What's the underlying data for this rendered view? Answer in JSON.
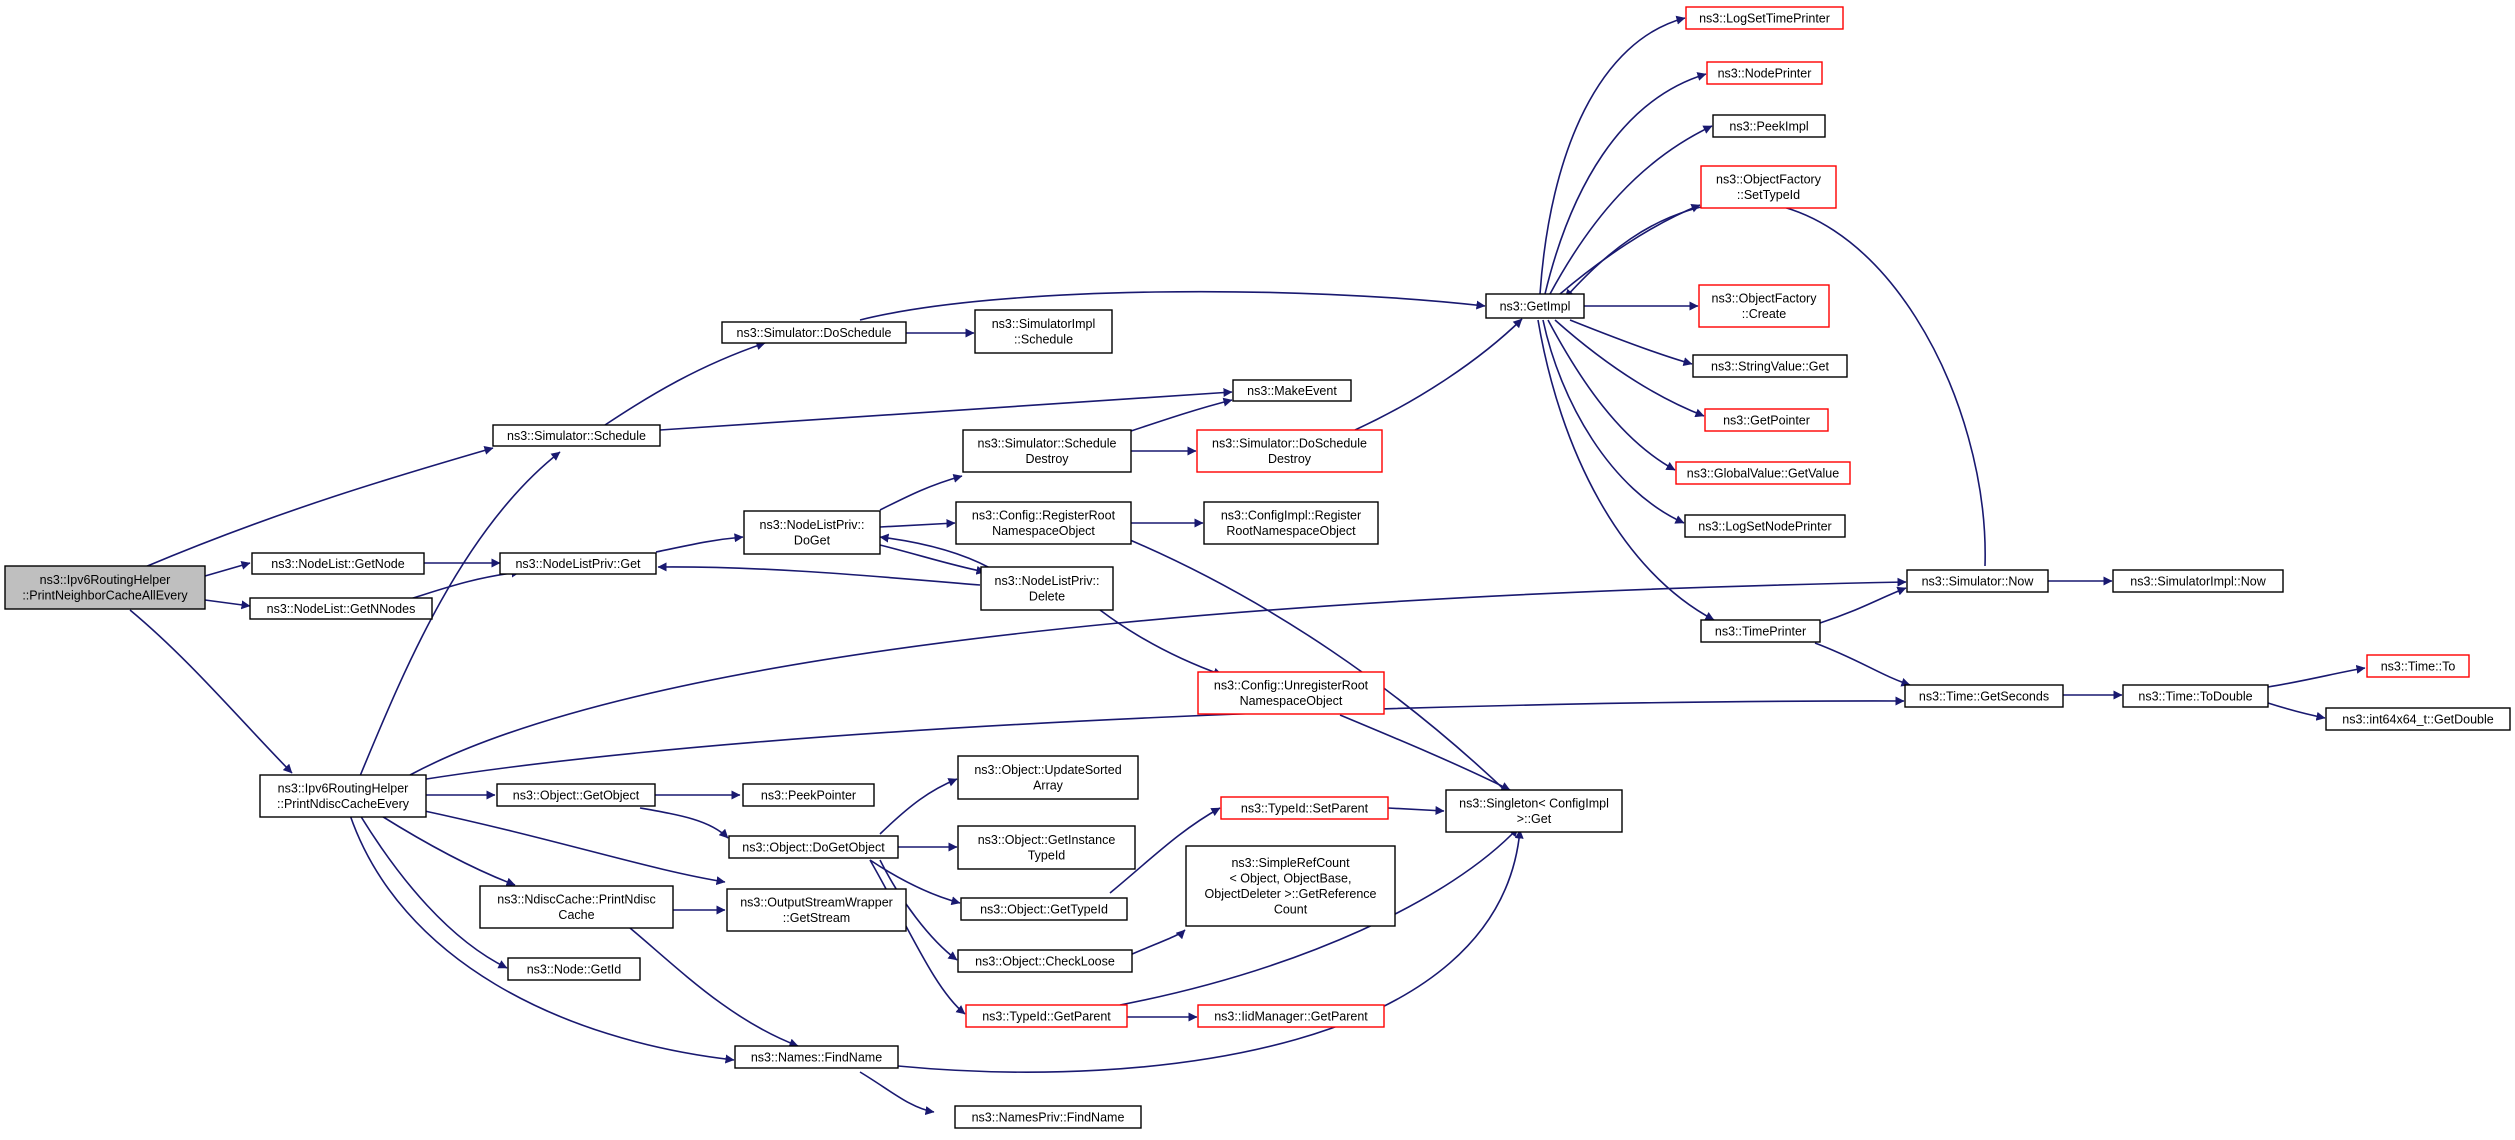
{
  "colors": {
    "edge": "#191970",
    "box_border": "#000000",
    "incomplete_border": "#ff0000",
    "root_fill": "#bfbfbf"
  },
  "nodes": [
    {
      "id": "root",
      "lines": [
        "ns3::Ipv6RoutingHelper",
        "::PrintNeighborCacheAllEvery"
      ],
      "style": "root"
    },
    {
      "id": "printNdisc",
      "lines": [
        "ns3::Ipv6RoutingHelper",
        "::PrintNdiscCacheEvery"
      ],
      "style": "normal"
    },
    {
      "id": "nlGetNode",
      "lines": [
        "ns3::NodeList::GetNode"
      ],
      "style": "normal"
    },
    {
      "id": "nlGetNNodes",
      "lines": [
        "ns3::NodeList::GetNNodes"
      ],
      "style": "normal"
    },
    {
      "id": "simSchedule",
      "lines": [
        "ns3::Simulator::Schedule"
      ],
      "style": "normal"
    },
    {
      "id": "nlpGet",
      "lines": [
        "ns3::NodeListPriv::Get"
      ],
      "style": "normal"
    },
    {
      "id": "simDoSchedule",
      "lines": [
        "ns3::Simulator::DoSchedule"
      ],
      "style": "normal"
    },
    {
      "id": "simImplSchedule",
      "lines": [
        "ns3::SimulatorImpl",
        "::Schedule"
      ],
      "style": "normal"
    },
    {
      "id": "makeEvent",
      "lines": [
        "ns3::MakeEvent"
      ],
      "style": "normal"
    },
    {
      "id": "nlpDoGet",
      "lines": [
        "ns3::NodeListPriv::",
        "DoGet"
      ],
      "style": "normal"
    },
    {
      "id": "simScheduleDestroy",
      "lines": [
        "ns3::Simulator::Schedule",
        "Destroy"
      ],
      "style": "normal"
    },
    {
      "id": "simDoScheduleDestroy",
      "lines": [
        "ns3::Simulator::DoSchedule",
        "Destroy"
      ],
      "style": "red"
    },
    {
      "id": "cfgRegisterRoot",
      "lines": [
        "ns3::Config::RegisterRoot",
        "NamespaceObject"
      ],
      "style": "normal"
    },
    {
      "id": "cfgImplRegisterRoot",
      "lines": [
        "ns3::ConfigImpl::Register",
        "RootNamespaceObject"
      ],
      "style": "normal"
    },
    {
      "id": "nlpDelete",
      "lines": [
        "ns3::NodeListPriv::",
        "Delete"
      ],
      "style": "normal"
    },
    {
      "id": "cfgUnregisterRoot",
      "lines": [
        "ns3::Config::UnregisterRoot",
        "NamespaceObject"
      ],
      "style": "red"
    },
    {
      "id": "getImpl",
      "lines": [
        "ns3::GetImpl"
      ],
      "style": "normal"
    },
    {
      "id": "logSetTimePrinter",
      "lines": [
        "ns3::LogSetTimePrinter"
      ],
      "style": "red"
    },
    {
      "id": "nodePrinter",
      "lines": [
        "ns3::NodePrinter"
      ],
      "style": "red"
    },
    {
      "id": "peekImpl",
      "lines": [
        "ns3::PeekImpl"
      ],
      "style": "normal"
    },
    {
      "id": "ofSetTypeId",
      "lines": [
        "ns3::ObjectFactory",
        "::SetTypeId"
      ],
      "style": "red"
    },
    {
      "id": "ofCreate",
      "lines": [
        "ns3::ObjectFactory",
        "::Create"
      ],
      "style": "red"
    },
    {
      "id": "stringValueGet",
      "lines": [
        "ns3::StringValue::Get"
      ],
      "style": "normal"
    },
    {
      "id": "getPointer",
      "lines": [
        "ns3::GetPointer"
      ],
      "style": "red"
    },
    {
      "id": "globalValueGetValue",
      "lines": [
        "ns3::GlobalValue::GetValue"
      ],
      "style": "red"
    },
    {
      "id": "logSetNodePrinter",
      "lines": [
        "ns3::LogSetNodePrinter"
      ],
      "style": "normal"
    },
    {
      "id": "timePrinter",
      "lines": [
        "ns3::TimePrinter"
      ],
      "style": "normal"
    },
    {
      "id": "simNow",
      "lines": [
        "ns3::Simulator::Now"
      ],
      "style": "normal"
    },
    {
      "id": "simImplNow",
      "lines": [
        "ns3::SimulatorImpl::Now"
      ],
      "style": "normal"
    },
    {
      "id": "timeGetSeconds",
      "lines": [
        "ns3::Time::GetSeconds"
      ],
      "style": "normal"
    },
    {
      "id": "timeToDouble",
      "lines": [
        "ns3::Time::ToDouble"
      ],
      "style": "normal"
    },
    {
      "id": "timeTo",
      "lines": [
        "ns3::Time::To"
      ],
      "style": "red"
    },
    {
      "id": "int64GetDouble",
      "lines": [
        "ns3::int64x64_t::GetDouble"
      ],
      "style": "normal"
    },
    {
      "id": "singletonGet",
      "lines": [
        "ns3::Singleton< ConfigImpl",
        ">::Get"
      ],
      "style": "normal"
    },
    {
      "id": "objGetObject",
      "lines": [
        "ns3::Object::GetObject"
      ],
      "style": "normal"
    },
    {
      "id": "peekPointer",
      "lines": [
        "ns3::PeekPointer"
      ],
      "style": "normal"
    },
    {
      "id": "objDoGetObject",
      "lines": [
        "ns3::Object::DoGetObject"
      ],
      "style": "normal"
    },
    {
      "id": "objUpdateSorted",
      "lines": [
        "ns3::Object::UpdateSorted",
        "Array"
      ],
      "style": "normal"
    },
    {
      "id": "objGetInstanceTypeId",
      "lines": [
        "ns3::Object::GetInstance",
        "TypeId"
      ],
      "style": "normal"
    },
    {
      "id": "objGetTypeId",
      "lines": [
        "ns3::Object::GetTypeId"
      ],
      "style": "normal"
    },
    {
      "id": "objCheckLoose",
      "lines": [
        "ns3::Object::CheckLoose"
      ],
      "style": "normal"
    },
    {
      "id": "typeIdSetParent",
      "lines": [
        "ns3::TypeId::SetParent"
      ],
      "style": "red"
    },
    {
      "id": "typeIdGetParent",
      "lines": [
        "ns3::TypeId::GetParent"
      ],
      "style": "red"
    },
    {
      "id": "iidGetParent",
      "lines": [
        "ns3::IidManager::GetParent"
      ],
      "style": "red"
    },
    {
      "id": "simpleRefCount",
      "lines": [
        "ns3::SimpleRefCount",
        "< Object, ObjectBase,",
        "ObjectDeleter >::GetReference",
        "Count"
      ],
      "style": "normal"
    },
    {
      "id": "ndiscPrint",
      "lines": [
        "ns3::NdiscCache::PrintNdisc",
        "Cache"
      ],
      "style": "normal"
    },
    {
      "id": "oswGetStream",
      "lines": [
        "ns3::OutputStreamWrapper",
        "::GetStream"
      ],
      "style": "normal"
    },
    {
      "id": "nodeGetId",
      "lines": [
        "ns3::Node::GetId"
      ],
      "style": "normal"
    },
    {
      "id": "namesFindName",
      "lines": [
        "ns3::Names::FindName"
      ],
      "style": "normal"
    },
    {
      "id": "namesPrivFindName",
      "lines": [
        "ns3::NamesPriv::FindName"
      ],
      "style": "normal"
    }
  ]
}
